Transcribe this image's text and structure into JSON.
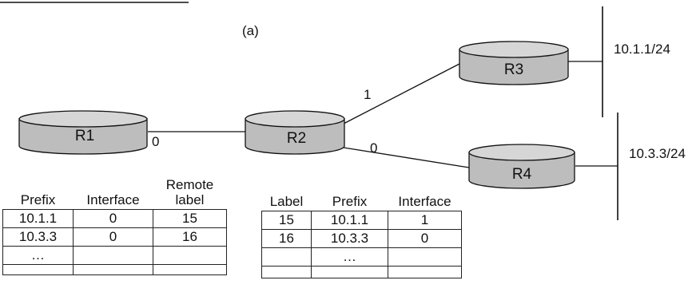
{
  "caption": "(a)",
  "routers": {
    "r1": "R1",
    "r2": "R2",
    "r3": "R3",
    "r4": "R4"
  },
  "interfaces": {
    "r1_out": "0",
    "r2_to_r3": "1",
    "r2_to_r4": "0"
  },
  "networks": {
    "r3_net": "10.1.1/24",
    "r4_net": "10.3.3/24"
  },
  "colors": {
    "router_fill": "#bdbdbd",
    "router_top": "#d6d6d6",
    "line": "#111111"
  },
  "r1_table": {
    "headers": [
      "Prefix",
      "Interface",
      "Remote label"
    ],
    "header_remote_line1": "Remote",
    "header_remote_line2": "label",
    "rows": [
      [
        "10.1.1",
        "0",
        "15"
      ],
      [
        "10.3.3",
        "0",
        "16"
      ],
      [
        "…",
        "",
        ""
      ],
      [
        "",
        "",
        ""
      ]
    ]
  },
  "r2_table": {
    "headers": [
      "Label",
      "Prefix",
      "Interface"
    ],
    "rows": [
      [
        "15",
        "10.1.1",
        "1"
      ],
      [
        "16",
        "10.3.3",
        "0"
      ],
      [
        "",
        "…",
        ""
      ],
      [
        "",
        "",
        ""
      ]
    ]
  }
}
